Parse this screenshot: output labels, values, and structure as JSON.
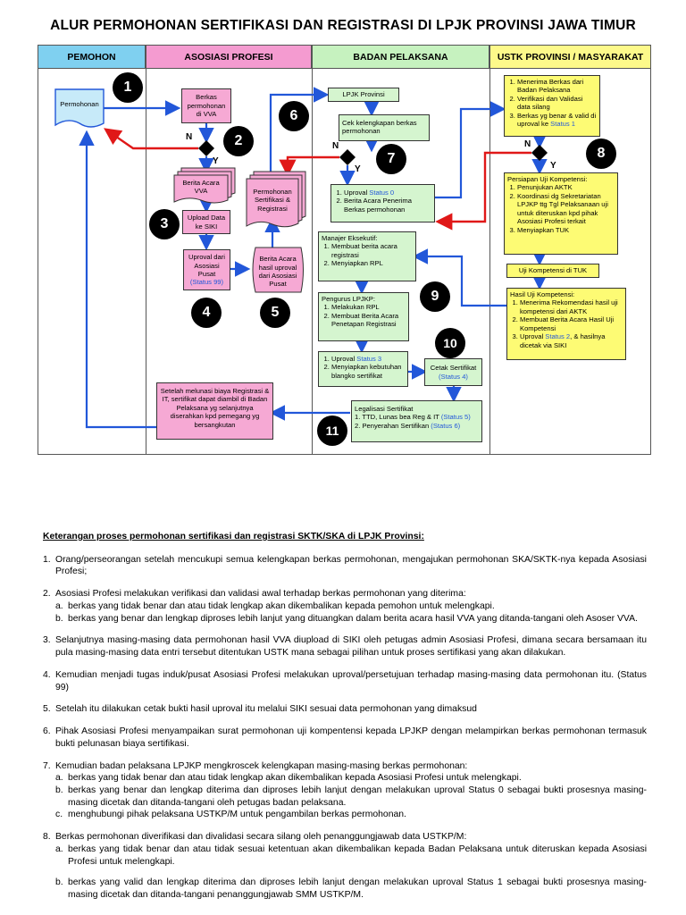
{
  "title": "ALUR PERMOHONAN SERTIFIKASI DAN REGISTRASI DI LPJK PROVINSI JAWA TIMUR",
  "lanes": [
    "PEMOHON",
    "ASOSIASI PROFESI",
    "BADAN PELAKSANA",
    "USTK PROVINSI / MASYARAKAT"
  ],
  "colors": {
    "pemohon": "#c7eaf9",
    "asosiasi": "#f6a9d4",
    "badan": "#d5f5cf",
    "ustk": "#fdfb74",
    "arrow_blue": "#2257d9",
    "arrow_red": "#e01818"
  },
  "nodes": {
    "permohonan": "Permohonan",
    "berkas_vva": "Berkas permohonan di VVA",
    "berita_acara_vva": "Berita Acara VVA",
    "upload_siki": "Upload Data ke SIKI",
    "uproval_pusat": "Uproval dari Asosiasi Pusat",
    "uproval_pusat_status": "(Status 99)",
    "ba_hasil_uproval": "Berita Acara hasil uproval dari Asosiasi Pusat",
    "permohonan_sertifikasi": "Permohonan Sertifikasi & Registrasi",
    "lpjk_provinsi": "LPJK Provinsi",
    "cek_kelengkapan": "Cek kelengkapan berkas permohonan",
    "uproval_status0_a": "Uproval",
    "uproval_status0_b": "Status 0",
    "ba_penerima": "Berita Acara Penerima Berkas permohonan",
    "manajer_title": "Manajer Eksekutif:",
    "manajer_1": "Membuat berita acara registrasi",
    "manajer_2": "Menyiapkan RPL",
    "pengurus_title": "Pengurus LPJKP:",
    "pengurus_1": "Melakukan RPL",
    "pengurus_2": "Membuat Berita Acara Penetapan Registrasi",
    "uproval3_a": "Uproval",
    "uproval3_b": "Status 3",
    "uproval3_2": "Menyiapkan kebutuhan blangko sertifikat",
    "cetak_a": "Cetak Sertifikat",
    "cetak_b": "(Status 4)",
    "legalisasi_title": "Legalisasi Sertifikat",
    "legal_1_a": "TTD, Lunas bea Reg & IT",
    "legal_1_b": "(Status 5)",
    "legal_2_a": "Penyerahan Sertifikan",
    "legal_2_b": "(Status 6)",
    "setelah": "Setelah melunasi biaya Registrasi & IT, sertifikat dapat diambil di Badan Pelaksana yg selanjutnya diserahkan kpd pemegang yg bersangkutan",
    "ustk1_1": "Menerima Berkas dari Badan Pelaksana",
    "ustk1_2": "Verifikasi dan Validasi data silang",
    "ustk1_3_a": "Berkas yg benar & valid di uproval ke",
    "ustk1_3_b": "Status 1",
    "persiapan_title": "Persiapan Uji Kompetensi:",
    "persiapan_1": "Penunjukan AKTK",
    "persiapan_2": "Koordinasi dg Sekretariatan LPJKP ttg Tgl Pelaksanaan uji untuk diteruskan kpd pihak Asosiasi Profesi terkait",
    "persiapan_3": "Menyiapkan TUK",
    "uji_tuk": "Uji Kompetensi di TUK",
    "hasil_title": "Hasil Uji Kompetensi:",
    "hasil_1": "Menerima Rekomendasi hasil uji kompetensi dari AKTK",
    "hasil_2": "Membuat Berita Acara Hasil Uji Kompetensi",
    "hasil_3_a": "Uproval",
    "hasil_3_b": "Status 2",
    "hasil_3_c": ", & hasilnya dicetak via SIKI"
  },
  "decision": {
    "n": "N",
    "y": "Y"
  },
  "steps": [
    "1",
    "2",
    "3",
    "4",
    "5",
    "6",
    "7",
    "8",
    "9",
    "10",
    "11"
  ],
  "notes": {
    "heading": "Keterangan proses permohonan sertifikasi dan registrasi SKTK/SKA di LPJK Provinsi",
    "heading_tail": ":",
    "items": [
      {
        "num": "1.",
        "text": "Orang/perseorangan setelah mencukupi semua kelengkapan berkas permohonan, mengajukan permohonan SKA/SKTK-nya kepada Asosiasi Profesi;"
      },
      {
        "num": "2.",
        "text": "Asosiasi Profesi melakukan verifikasi dan validasi awal terhadap berkas permohonan yang diterima:",
        "sub": [
          {
            "l": "a.",
            "t": "berkas yang tidak benar dan atau tidak lengkap akan dikembalikan kepada pemohon untuk melengkapi."
          },
          {
            "l": "b.",
            "t": "berkas yang benar dan lengkap diproses lebih lanjut yang dituangkan dalam berita acara hasil VVA yang ditanda-tangani oleh Asoser VVA."
          }
        ]
      },
      {
        "num": "3.",
        "text": "Selanjutnya masing-masing data permohonan hasil VVA diupload di SIKI oleh petugas admin Asosiasi Profesi, dimana secara bersamaan itu pula masing-masing data entri tersebut ditentukan USTK mana sebagai pilihan untuk proses sertifikasi yang akan dilakukan."
      },
      {
        "num": "4.",
        "text": "Kemudian menjadi tugas induk/pusat Asosiasi Profesi melakukan uproval/persetujuan terhadap masing-masing data permohonan itu. (Status 99)"
      },
      {
        "num": "5.",
        "text": "Setelah itu dilakukan cetak bukti hasil uproval itu melalui SIKI sesuai data permohonan yang dimaksud"
      },
      {
        "num": "6.",
        "text": "Pihak Asosiasi Profesi menyampaikan surat permohonan uji kompentensi kepada LPJKP dengan melampirkan berkas permohonan termasuk bukti pelunasan biaya sertifikasi."
      },
      {
        "num": "7.",
        "text": "Kemudian badan pelaksana LPJKP mengkroscek kelengkapan masing-masing berkas permohonan:",
        "sub": [
          {
            "l": "a.",
            "t": "berkas yang tidak benar dan atau tidak lengkap akan dikembalikan kepada Asosiasi Profesi untuk melengkapi."
          },
          {
            "l": "b.",
            "t": "berkas yang benar dan lengkap diterima dan diproses lebih lanjut dengan melakukan uproval Status 0 sebagai bukti prosesnya masing-masing dicetak dan ditanda-tangani oleh petugas badan pelaksana."
          },
          {
            "l": "c.",
            "t": "menghubungi pihak pelaksana USTKP/M untuk pengambilan berkas permohonan."
          }
        ]
      },
      {
        "num": "8.",
        "text": "Berkas permohonan diverifikasi dan divalidasi secara silang oleh penanggungjawab data USTKP/M:",
        "sub": [
          {
            "l": "a.",
            "t": "berkas yang tidak benar dan atau tidak sesuai ketentuan akan dikembalikan kepada Badan Pelaksana untuk diteruskan kepada Asosiasi Profesi untuk melengkapi."
          },
          {
            "l": "b.",
            "t": "berkas yang valid dan lengkap diterima dan diproses lebih lanjut dengan melakukan uproval Status 1 sebagai bukti prosesnya masing-masing dicetak dan ditanda-tangani penanggungjawab SMM USTKP/M."
          }
        ]
      }
    ]
  }
}
